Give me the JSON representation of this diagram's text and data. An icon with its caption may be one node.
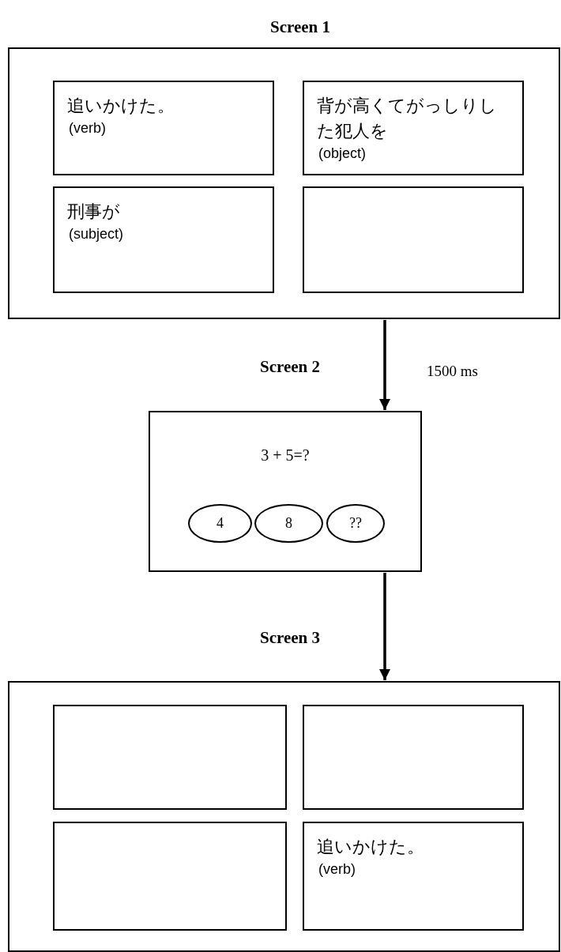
{
  "diagram": {
    "nodes": [
      {
        "text": [
          "Screen 1"
        ]
      },
      {
        "text": [
          "追いかけた。",
          "(verb)"
        ],
        "in": 0
      },
      {
        "text": [
          "背が高くてがっしりした犯人を",
          "(object)"
        ],
        "in": 0
      },
      {
        "text": [
          "刑事が",
          "(subject)"
        ],
        "in": 0
      },
      {
        "text": [],
        "shape": "box",
        "in": 0
      },
      {
        "text": [
          "Screen 2",
          "3 + 5=?"
        ]
      },
      {
        "text": [
          "4"
        ],
        "in": 5
      },
      {
        "text": [
          "8"
        ],
        "in": 5
      },
      {
        "text": [
          "??"
        ],
        "in": 5
      },
      {
        "text": [
          "Screen 3"
        ]
      },
      {
        "text": [],
        "shape": "box",
        "in": 9
      },
      {
        "text": [],
        "shape": "box",
        "in": 9
      },
      {
        "text": [],
        "shape": "box",
        "in": 9
      },
      {
        "text": [
          "追いかけた。",
          "(verb)"
        ],
        "in": 9
      }
    ],
    "edges": [
      {
        "from": 0,
        "to": 5,
        "arrow": "to",
        "label": "1500 ms"
      },
      {
        "from": 5,
        "to": 9,
        "arrow": "to"
      }
    ]
  }
}
